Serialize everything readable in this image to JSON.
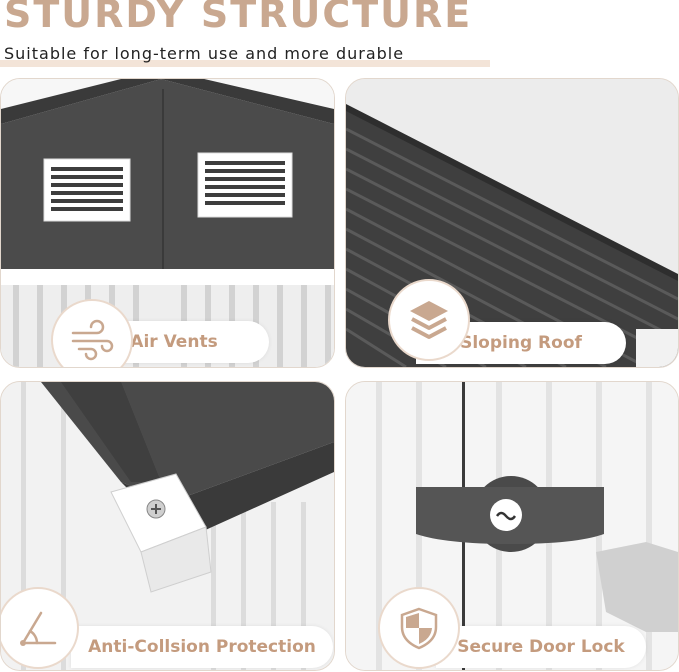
{
  "header": {
    "title": "STURDY STRUCTURE",
    "subtitle": "Suitable for long-term use and more durable"
  },
  "features": [
    {
      "label": "Air Vents",
      "icon": "wind-icon"
    },
    {
      "label": "Sloping Roof",
      "icon": "layers-icon"
    },
    {
      "label": "Anti-Collsion Protection",
      "icon": "angle-icon"
    },
    {
      "label": "Secure Door Lock",
      "icon": "shield-icon"
    }
  ],
  "colors": {
    "accent": "#c9a890",
    "label_text": "#c49b7e",
    "dark_metal": "#4a4a4a"
  }
}
